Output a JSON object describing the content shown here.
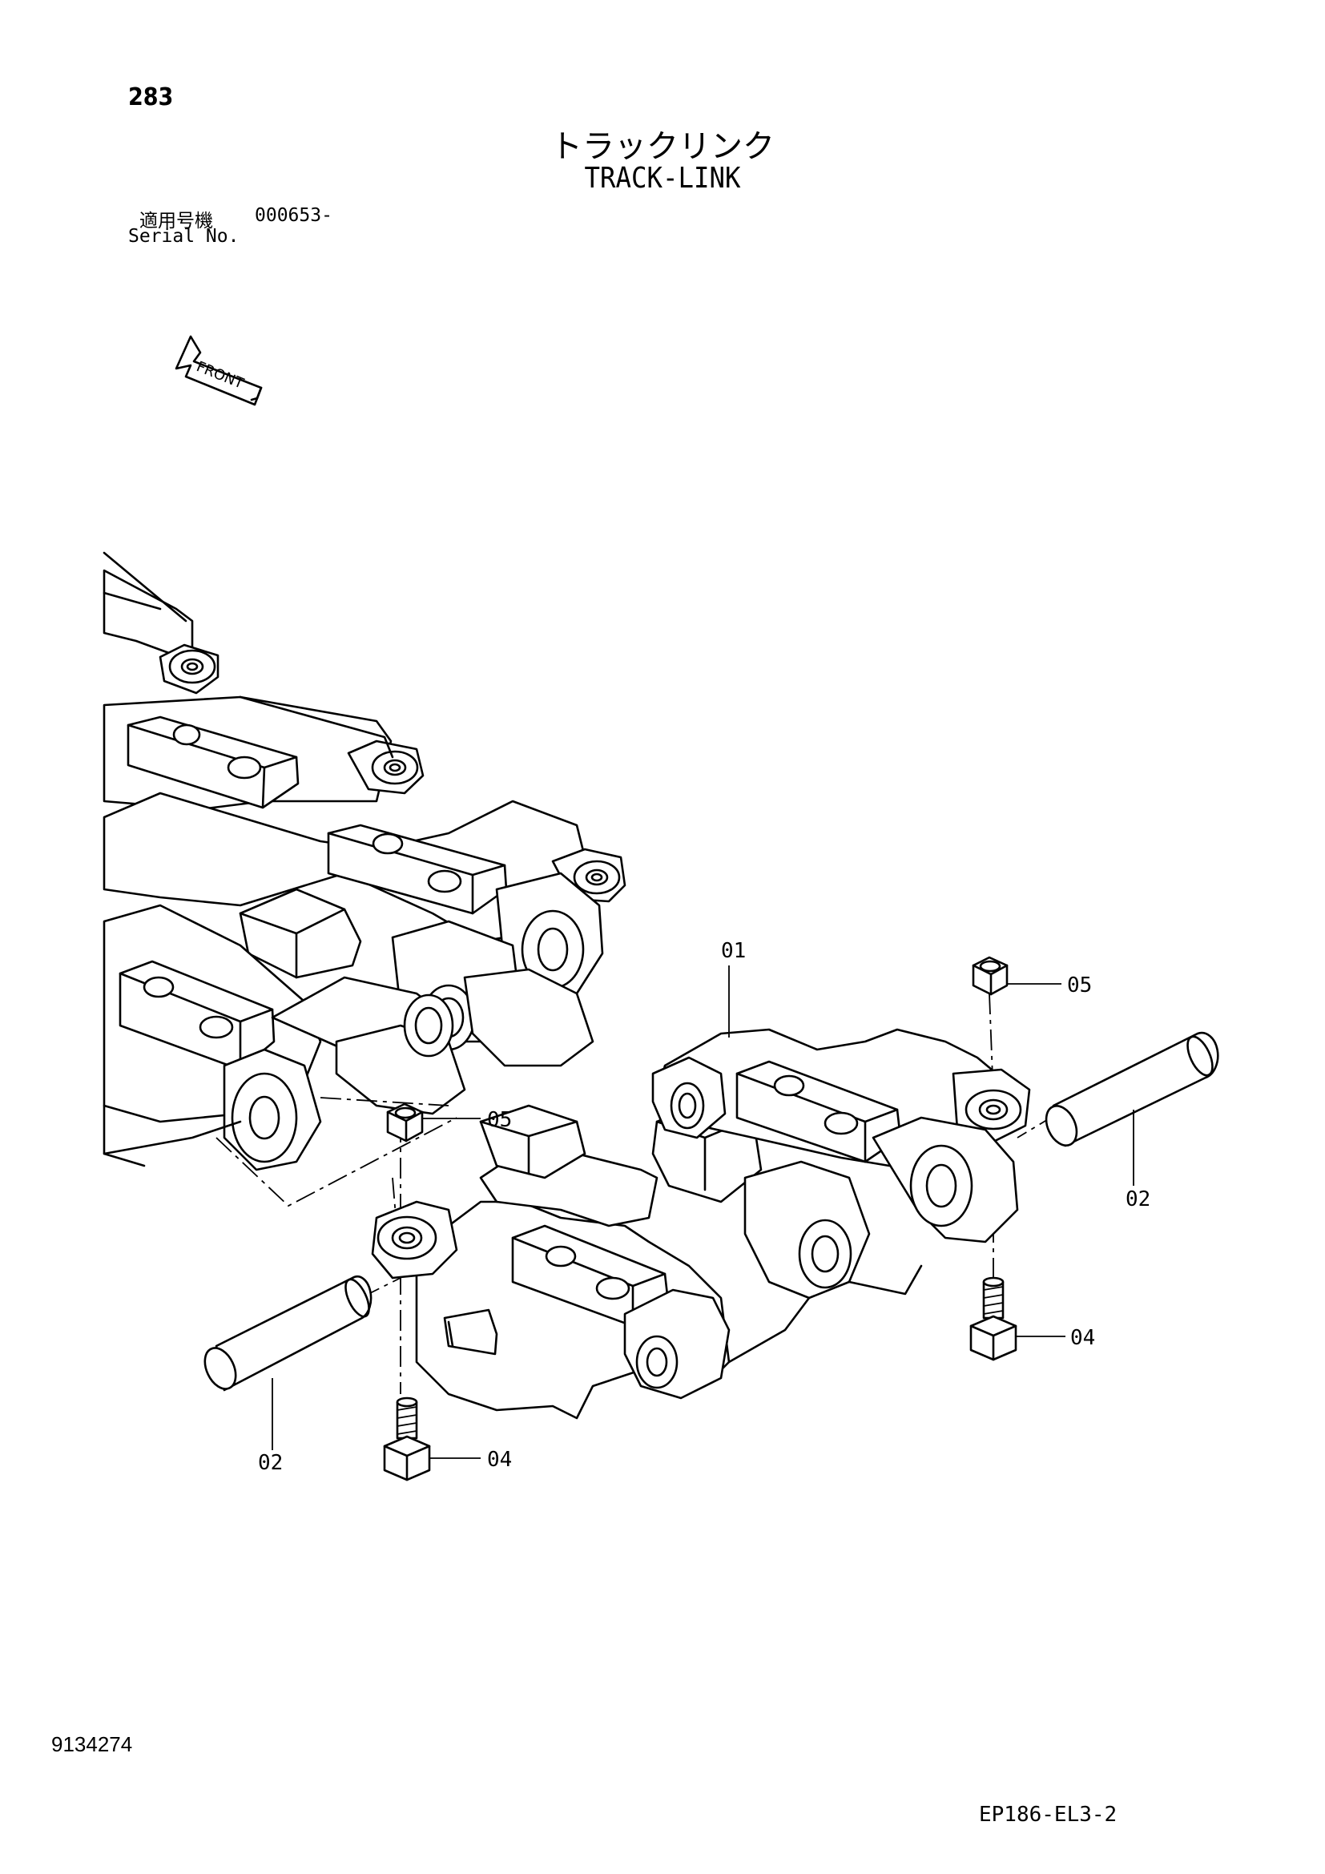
{
  "page_number": "283",
  "title_jp": "トラックリンク",
  "title_en": "TRACK-LINK",
  "serial": {
    "label_jp": "適用号機",
    "label_en": "Serial No.",
    "value": "000653-"
  },
  "front_label": "FRONT",
  "callouts": {
    "link": "01",
    "pin_right": "02",
    "pin_left": "02",
    "bolt_right": "04",
    "bolt_left": "04",
    "nut_right": "05",
    "nut_left": "05"
  },
  "doc_code": "9134274",
  "drawing_code": "EP186-EL3-2"
}
